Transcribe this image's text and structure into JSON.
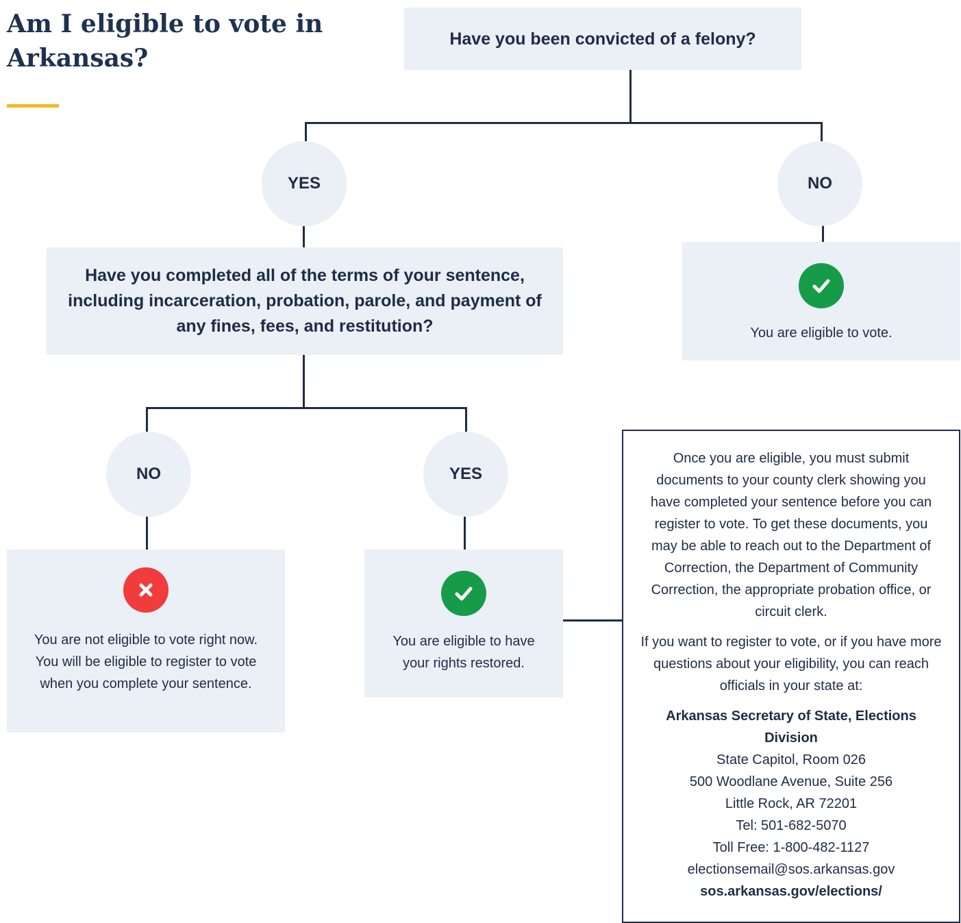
{
  "title": "Am I eligible to vote in Arkansas?",
  "colors": {
    "accent": "#f2b824",
    "box_bg": "#ebeff6",
    "line": "#1e2c45",
    "ok_green": "#169c48",
    "bad_red": "#f03c3c"
  },
  "q1": {
    "text": "Have you been convicted of a felony?"
  },
  "q1_yes": {
    "label": "YES"
  },
  "q1_no": {
    "label": "NO"
  },
  "result_eligible": {
    "icon": "check-icon",
    "text": "You are eligible to vote."
  },
  "q2": {
    "text": "Have you completed all of the terms of your sentence, including incarceration, probation, parole, and payment of any fines, fees, and restitution?"
  },
  "q2_no": {
    "label": "NO"
  },
  "q2_yes": {
    "label": "YES"
  },
  "result_not_eligible": {
    "icon": "x-icon",
    "text": "You are not eligible to vote right now. You will be eligible to register to vote when you complete your sentence."
  },
  "result_restored": {
    "icon": "check-icon",
    "text": "You are eligible to have your rights restored."
  },
  "info": {
    "paragraph1": "Once you are eligible,  you must submit documents to your county clerk showing you have completed your sentence before you can register to vote.  To get these documents, you may be able to reach out to the Department of Correction, the Department of Community Correction, the appropriate probation office, or circuit clerk.",
    "paragraph2": "If you want to register to vote, or if you have more questions about your eligibility, you can reach officials in your state at:",
    "org": "Arkansas Secretary of State, Elections Division",
    "address_line1": "State Capitol, Room 026",
    "address_line2": "500 Woodlane Avenue, Suite 256",
    "address_line3": "Little Rock, AR 72201",
    "tel": "Tel: 501-682-5070",
    "toll_free": "Toll Free: 1-800-482-1127",
    "email": "electionsemail@sos.arkansas.gov",
    "website": "sos.arkansas.gov/elections/"
  }
}
